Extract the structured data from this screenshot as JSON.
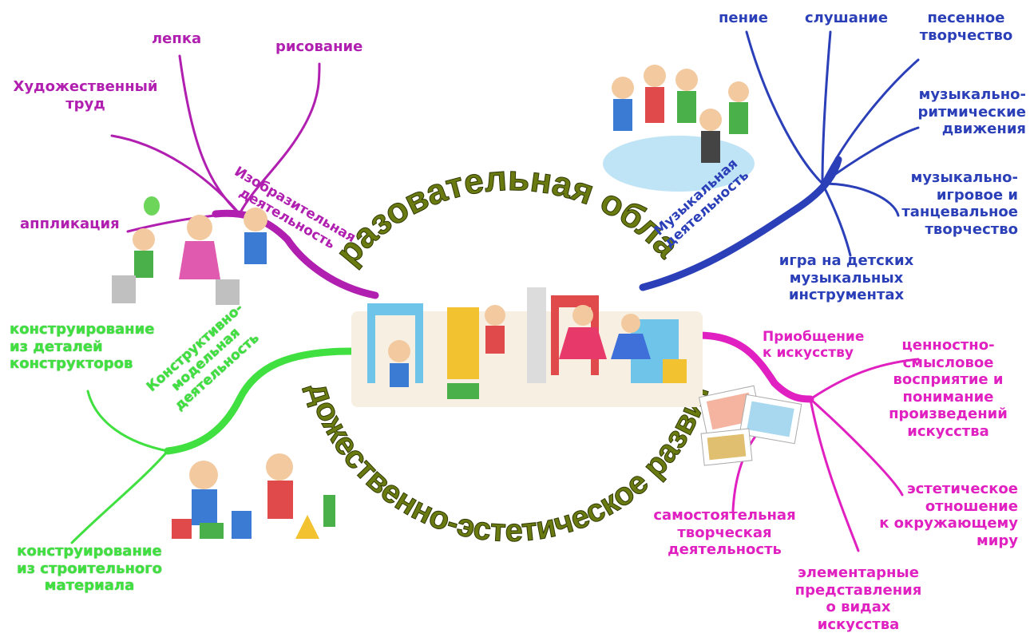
{
  "center": {
    "title_top": "Образовательная область",
    "title_bottom": "Художественно-эстетическое развитие"
  },
  "branches": {
    "visual": {
      "title": "Изобразительная\nдеятельность",
      "color": "#b01fb0",
      "items": [
        "лепка",
        "рисование",
        "Художественный\nтруд",
        "аппликация"
      ]
    },
    "music": {
      "title": "Музыкальная\nдеятельность",
      "color": "#2a3fb8",
      "items": [
        "пение",
        "слушание",
        "песенное\nтворчество",
        "музыкально-\nритмические\nдвижения",
        "музыкально-\nигровое и\nтанцевальное\nтворчество",
        "игра на детских\nмузыкальных\nинструментах"
      ]
    },
    "construct": {
      "title": "Конструктивно-\nмодельная\nдеятельность",
      "color": "#3fe03f",
      "items": [
        "конструирование\nиз деталей\nконструкторов",
        "конструирование\nиз строительного\nматериала"
      ]
    },
    "art": {
      "title": "Приобщение\nк искусству",
      "color": "#e020c0",
      "items": [
        "ценностно-\nсмысловое\nвосприятие и\nпонимание\nпроизведений\nискусства",
        "эстетическое\nотношение\nк окружающему\nмиру",
        "самостоятельная\nтворческая\nдеятельность",
        "элементарные\nпредставления\nо видах искусства"
      ]
    }
  }
}
